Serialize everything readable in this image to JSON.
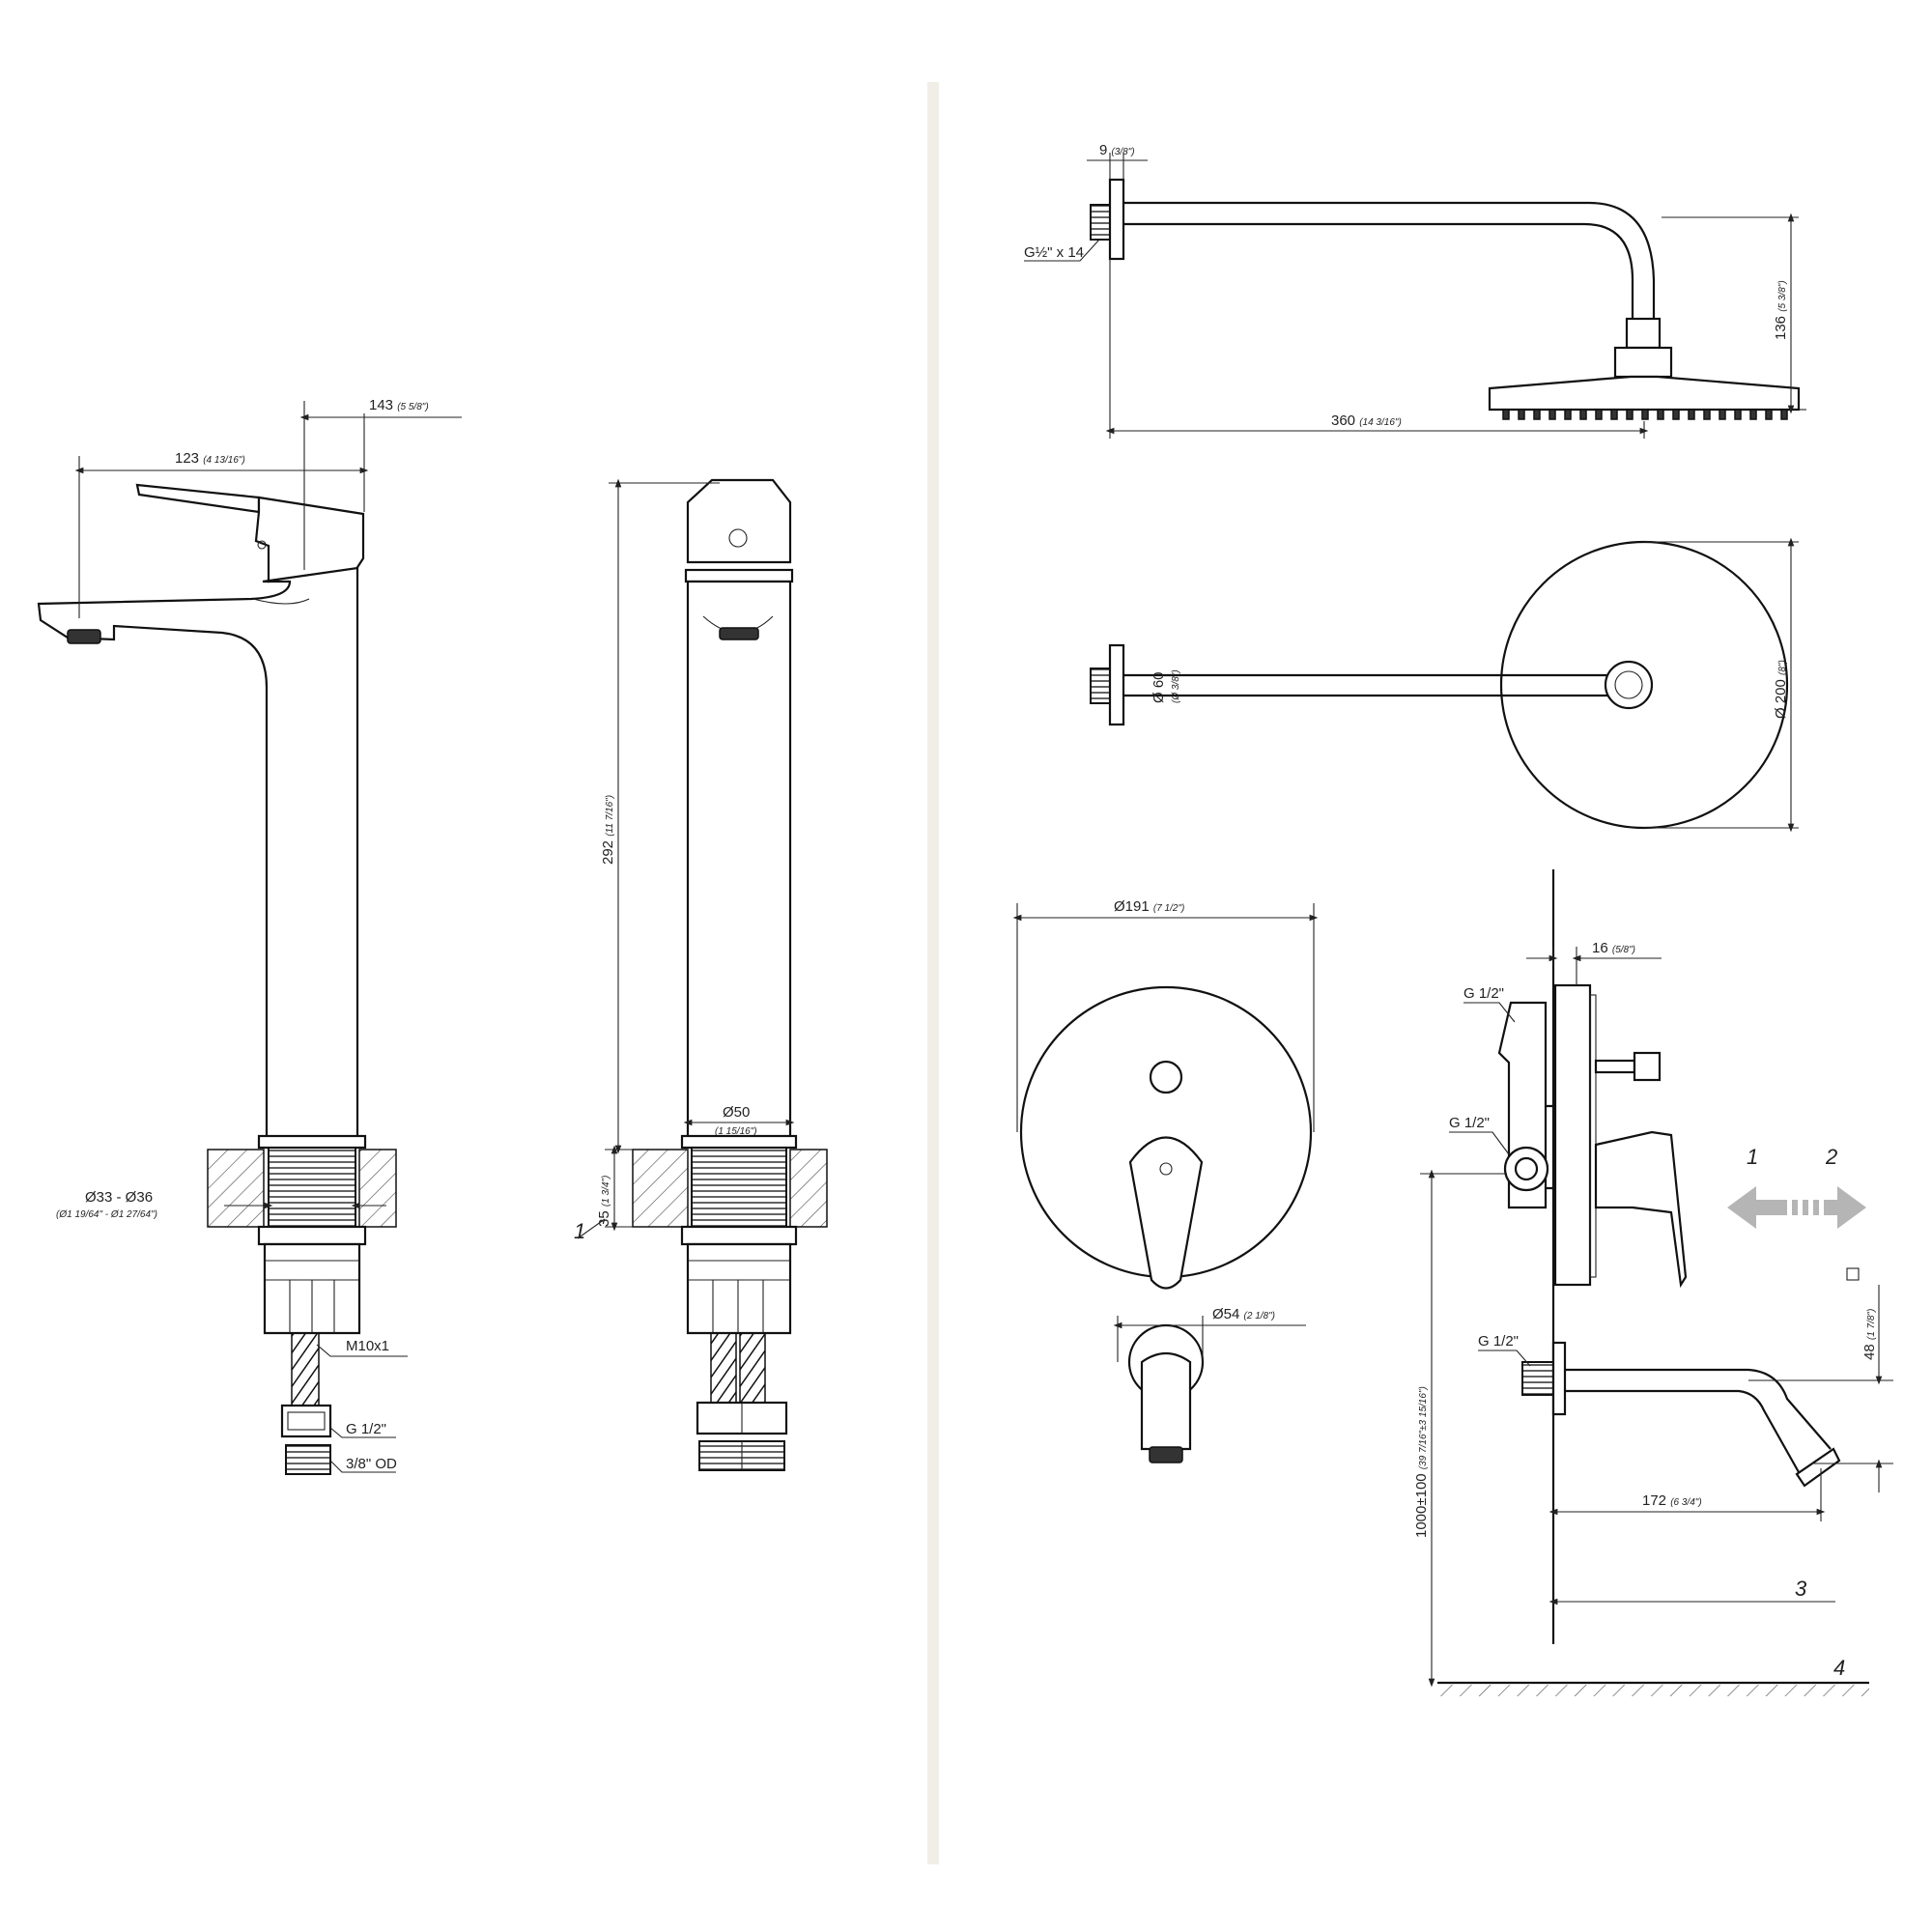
{
  "colors": {
    "line": "#111111",
    "divider": "#f1eee8",
    "arrow_gray": "#b5b5b5"
  },
  "basin_mixer": {
    "spout_reach": {
      "mm": "123",
      "inch": "(4 13/16\")"
    },
    "overall_depth": {
      "mm": "143",
      "inch": "(5 5/8\")"
    },
    "hole_diameter": {
      "mm": "Ø33 - Ø36",
      "inch": "(Ø1 19/64\" - Ø1 27/64\")"
    },
    "thread_m10": "M10x1",
    "thread_g12": "G 1/2\"",
    "hose_od": "3/8\" OD",
    "height": {
      "mm": "292",
      "inch": "(11 7/16\")"
    },
    "body_diameter": {
      "mm": "Ø50",
      "inch": "(1 15/16\")"
    },
    "max_deck": {
      "mm": "35",
      "inch": "(1 3/4\")"
    },
    "callout_1": "1"
  },
  "shower_head": {
    "flange": {
      "mm": "9",
      "inch": "(3/8\")"
    },
    "thread": "G½\" x 14",
    "arm_length": {
      "mm": "360",
      "inch": "(14 3/16\")"
    },
    "drop": {
      "mm": "136",
      "inch": "(5 3/8\")"
    },
    "flange_diameter": {
      "mm": "Ø 60",
      "inch": "(Ø 3/8\")"
    },
    "head_diameter": {
      "mm": "Ø 200",
      "inch": "(8\")"
    }
  },
  "valve": {
    "plate_diameter": {
      "mm": "Ø191",
      "inch": "(7 1/2\")"
    },
    "spout_flange": {
      "mm": "Ø54",
      "inch": "(2 1/8\")"
    },
    "wall_depth": {
      "mm": "16",
      "inch": "(5/8\")"
    },
    "inlet_top": "G 1/2\"",
    "inlet_mid": "G 1/2\"",
    "inlet_spout": "G 1/2\"",
    "spout_drop": {
      "mm": "48",
      "inch": "(1 7/8\")"
    },
    "spout_reach": {
      "mm": "172",
      "inch": "(6 3/4\")"
    },
    "install_height": {
      "mm": "1000±100",
      "inch": "(39 7/16\"±3 15/16\")"
    },
    "callouts": [
      "1",
      "2",
      "3",
      "4"
    ]
  }
}
